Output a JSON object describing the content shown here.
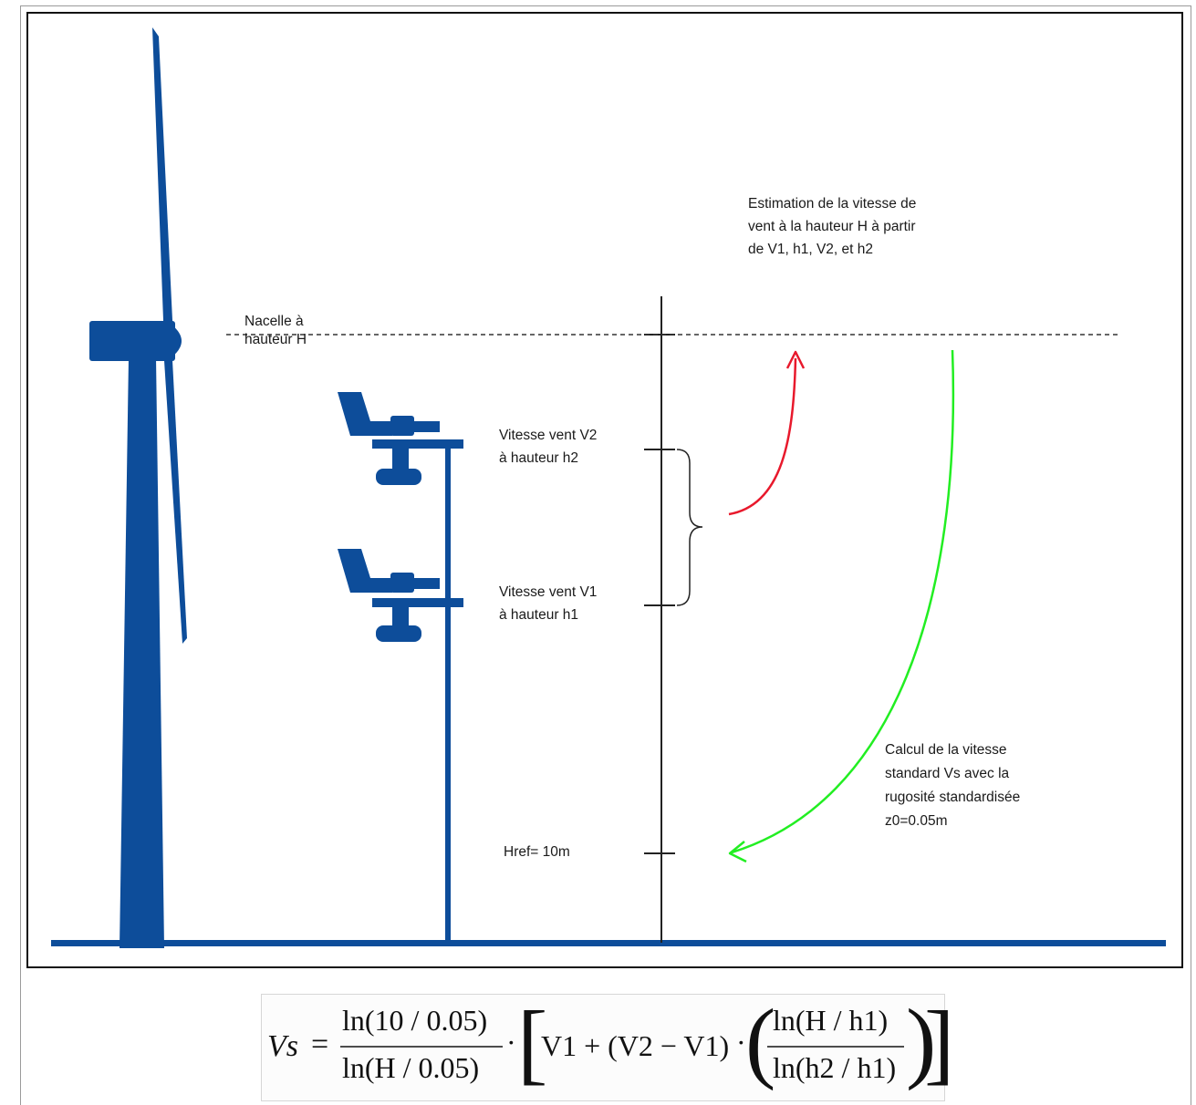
{
  "annotations": {
    "nacelle": [
      "Nacelle à",
      "hauteur H"
    ],
    "estimation": [
      "Estimation de la vitesse de",
      "vent à la hauteur H à partir",
      "de V1, h1, V2, et h2"
    ],
    "v2": [
      "Vitesse vent V2",
      "à hauteur h2"
    ],
    "v1": [
      "Vitesse vent V1",
      "à hauteur h1"
    ],
    "calcul": [
      "Calcul de la vitesse",
      "standard Vs avec la",
      "rugosité standardisée",
      "z0=0.05m"
    ],
    "href": "Href= 10m"
  },
  "formula": {
    "lhs": "Vs",
    "equals": "=",
    "frac1_num": "ln(10 / 0.05)",
    "frac1_den": "ln(H / 0.05)",
    "dot": "·",
    "bracket_open": "[",
    "term_v1": "V1 + (V2 − V1)",
    "paren_open": "(",
    "frac2_num": "ln(H / h1)",
    "frac2_den": "ln(h2 / h1)",
    "paren_close": ")",
    "bracket_close": "]"
  },
  "colors": {
    "structure_blue": "#0d4d9a",
    "red_arrow": "#e8192c",
    "green_arrow": "#22ee22",
    "axis": "#222222"
  }
}
